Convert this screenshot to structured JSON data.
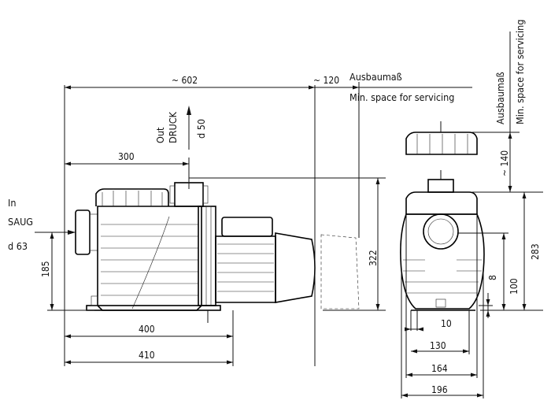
{
  "labels": {
    "ausbaumass": "Ausbaumaß",
    "min_space": "Min. space for servicing",
    "out": "Out",
    "druck": "DRUCK",
    "d50": "d 50",
    "in": "In",
    "saug": "SAUG",
    "d63": "d 63"
  },
  "dims": {
    "d602": "~ 602",
    "d120": "~ 120",
    "d300": "300",
    "d185": "185",
    "d400": "400",
    "d410": "410",
    "d322": "322",
    "d140": "~ 140",
    "d283": "283",
    "d100": "100",
    "d8": "8",
    "d10": "10",
    "d130": "130",
    "d164": "164",
    "d196": "196"
  }
}
